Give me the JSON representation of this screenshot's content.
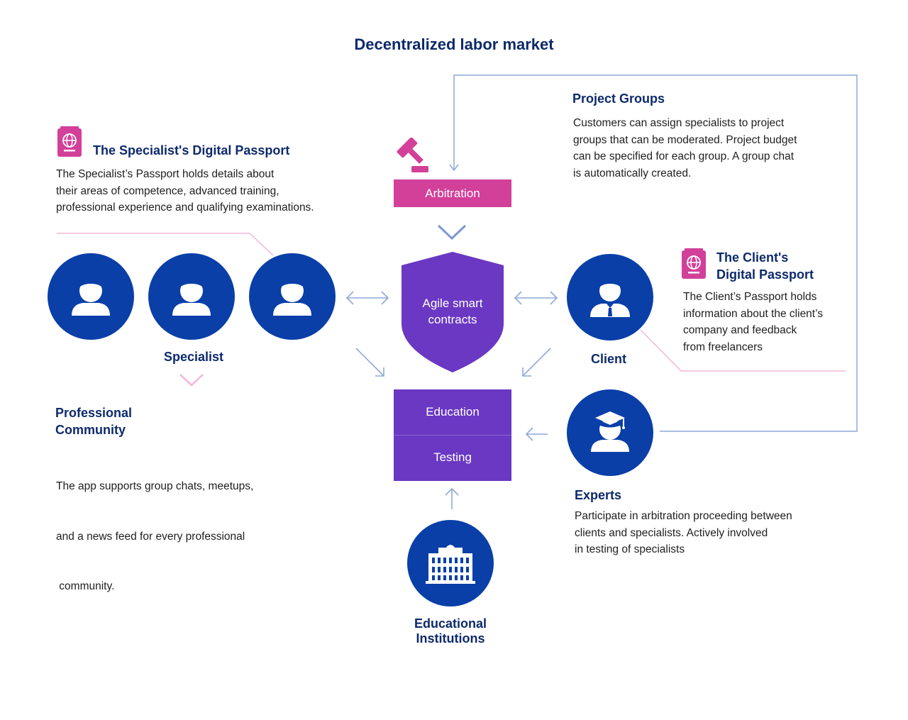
{
  "title": "Decentralized labor market",
  "project_groups": {
    "heading": "Project Groups",
    "lines": [
      "Customers can assign specialists to project",
      "groups that can be moderated. Project budget",
      "can be specified for each group. A group chat",
      "is automatically created."
    ]
  },
  "specialist_passport": {
    "heading": "The Specialist's Digital Passport",
    "lines": [
      "The Specialist’s Passport holds details about",
      "their areas of competence, advanced training,",
      "professional experience and qualifying examinations."
    ]
  },
  "client_passport": {
    "heading_lines": [
      "The Client's",
      "Digital Passport"
    ],
    "lines": [
      "The Client’s Passport holds",
      "information about the client’s",
      "company and feedback",
      "from freelancers"
    ]
  },
  "arbitration": "Arbitration",
  "smart_contracts": [
    "Agile smart",
    "contracts"
  ],
  "education": "Education",
  "testing": "Testing",
  "specialist": "Specialist",
  "client": "Client",
  "experts": {
    "heading": "Experts",
    "lines": [
      "Participate in arbitration proceeding between",
      "clients and specialists. Actively involved",
      "in testing of specialists"
    ]
  },
  "professional_community": {
    "heading_lines": [
      "Professional",
      "Community"
    ],
    "lines": [
      "The app supports group chats, meetups,",
      "and a news feed for every professional",
      " community."
    ]
  },
  "educational_institutions": [
    "Educational",
    "Institutions"
  ],
  "colors": {
    "navy": "#0d2a6b",
    "circle_blue": "#0a3fa8",
    "pink": "#d2409a",
    "purple": "#6a38c2",
    "connector": "#8fa8d8",
    "pink_line": "#f2b7d6"
  },
  "icons": [
    "passport-icon",
    "gavel-icon",
    "person-icon",
    "business-person-icon",
    "graduate-icon",
    "building-icon"
  ]
}
